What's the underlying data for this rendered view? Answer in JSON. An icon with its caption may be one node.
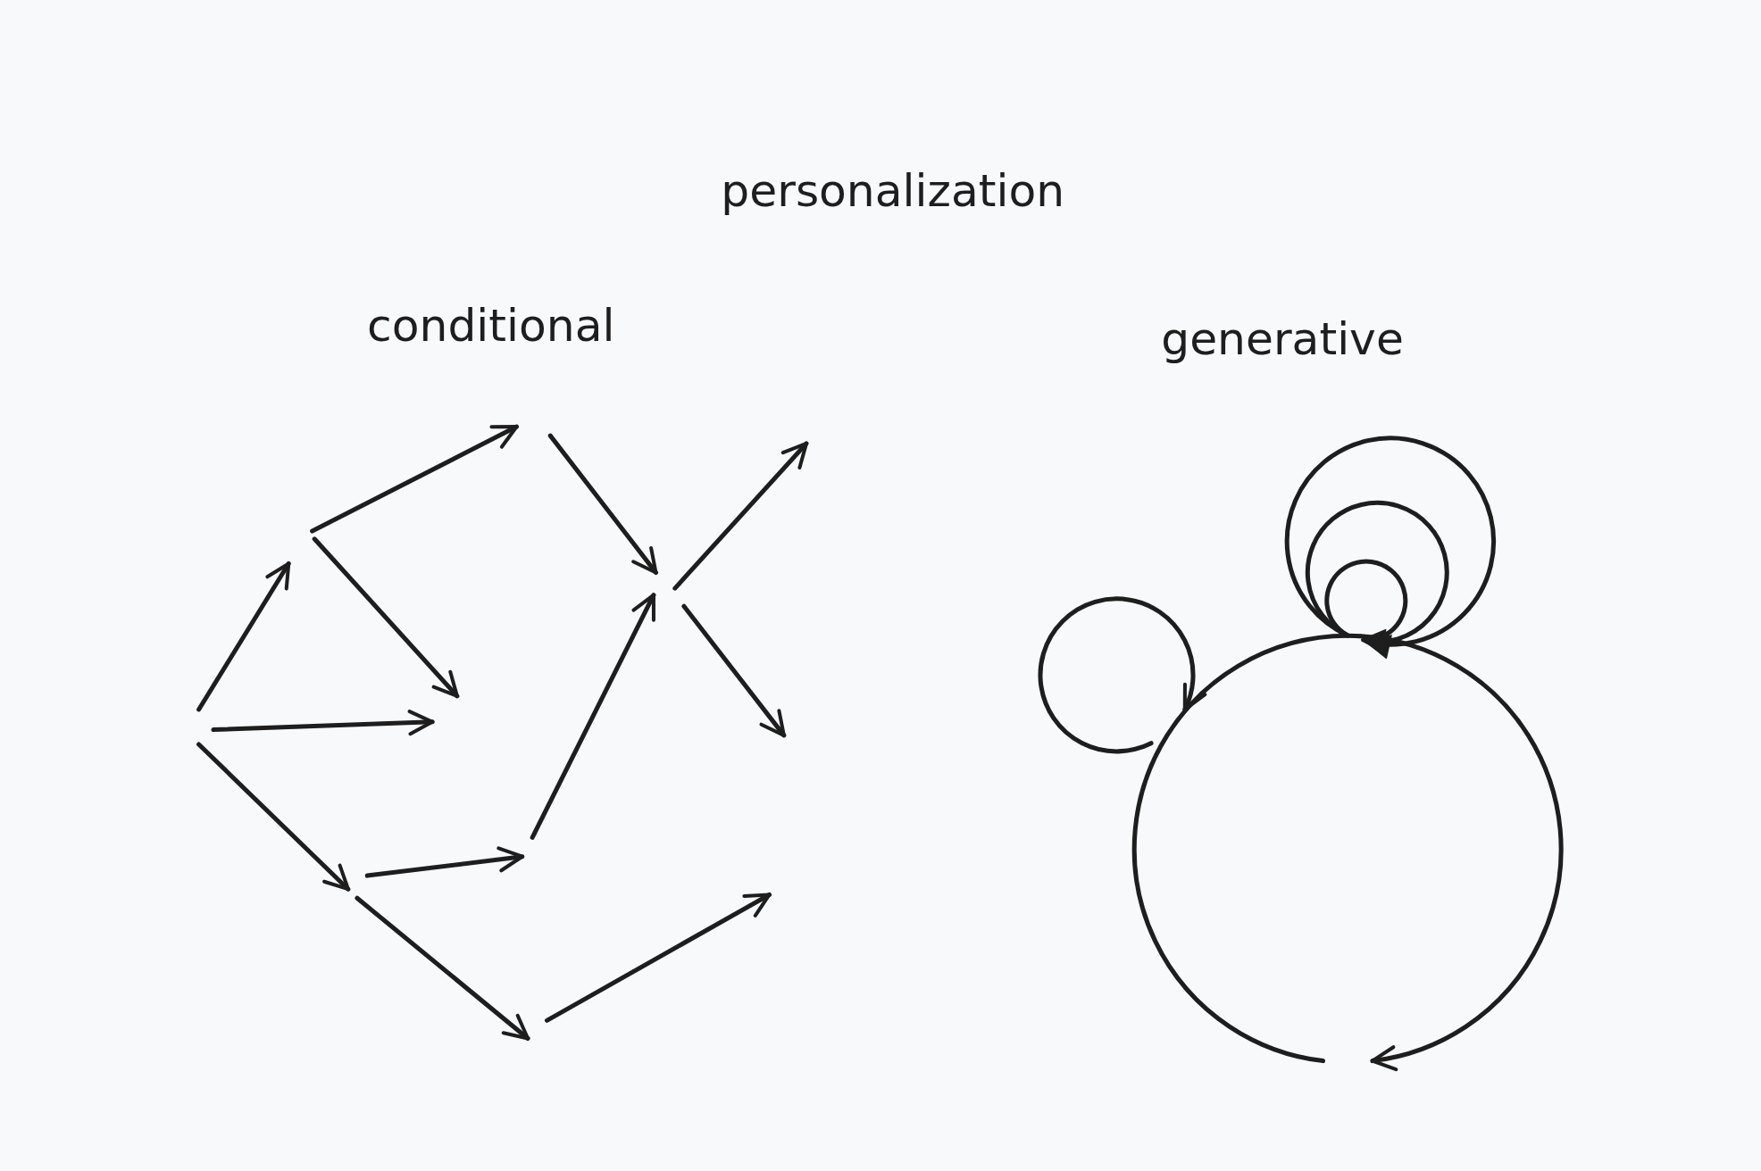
{
  "diagram": {
    "title": "personalization",
    "labels": [
      "conditional",
      "generative"
    ]
  }
}
